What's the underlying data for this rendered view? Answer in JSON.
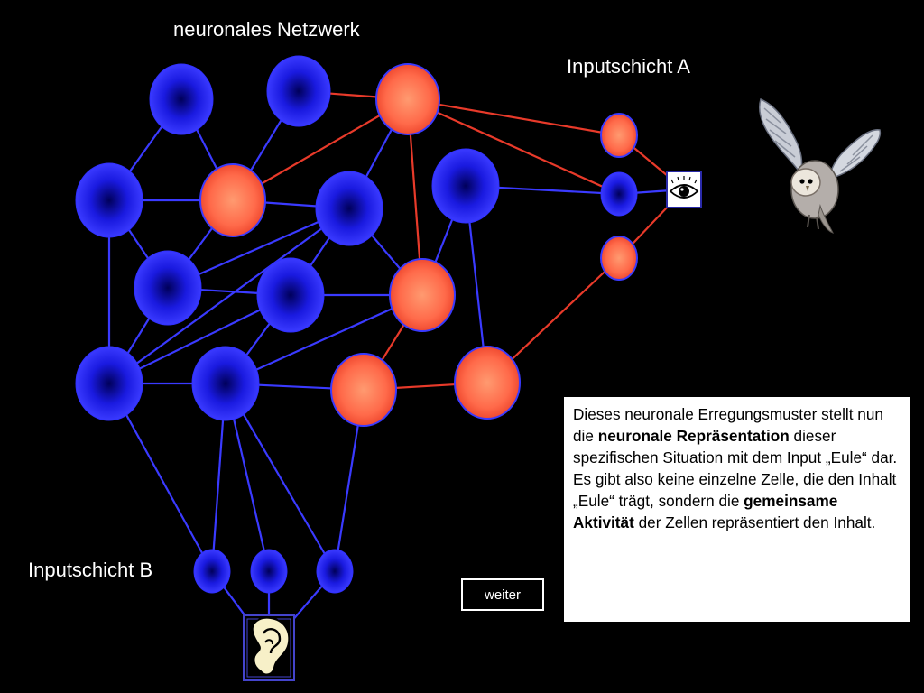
{
  "title": "neuronales Netzwerk",
  "layer_a_label": "Inputschicht A",
  "layer_b_label": "Inputschicht B",
  "info": {
    "part1": "Dieses neuronale Erregungsmuster stellt nun die ",
    "bold1": "neuronale Repräsentation",
    "part2": " dieser spezifischen Situation mit dem Input „Eule“ dar. Es gibt also keine einzelne Zelle, die den Inhalt „Eule“ trägt, sondern die ",
    "bold2": "gemeinsame Aktivität",
    "part3": " der Zellen repräsentiert den Inhalt."
  },
  "next_button": "weiter",
  "icons": {
    "eye": "eye-icon",
    "ear": "ear-icon",
    "owl": "owl-icon"
  },
  "colors": {
    "background": "#000000",
    "inactive_neuron": "#3030ff",
    "active_neuron": "#ff5a3c",
    "inactive_connection": "#3a3aff",
    "active_connection": "#e83a2a"
  }
}
